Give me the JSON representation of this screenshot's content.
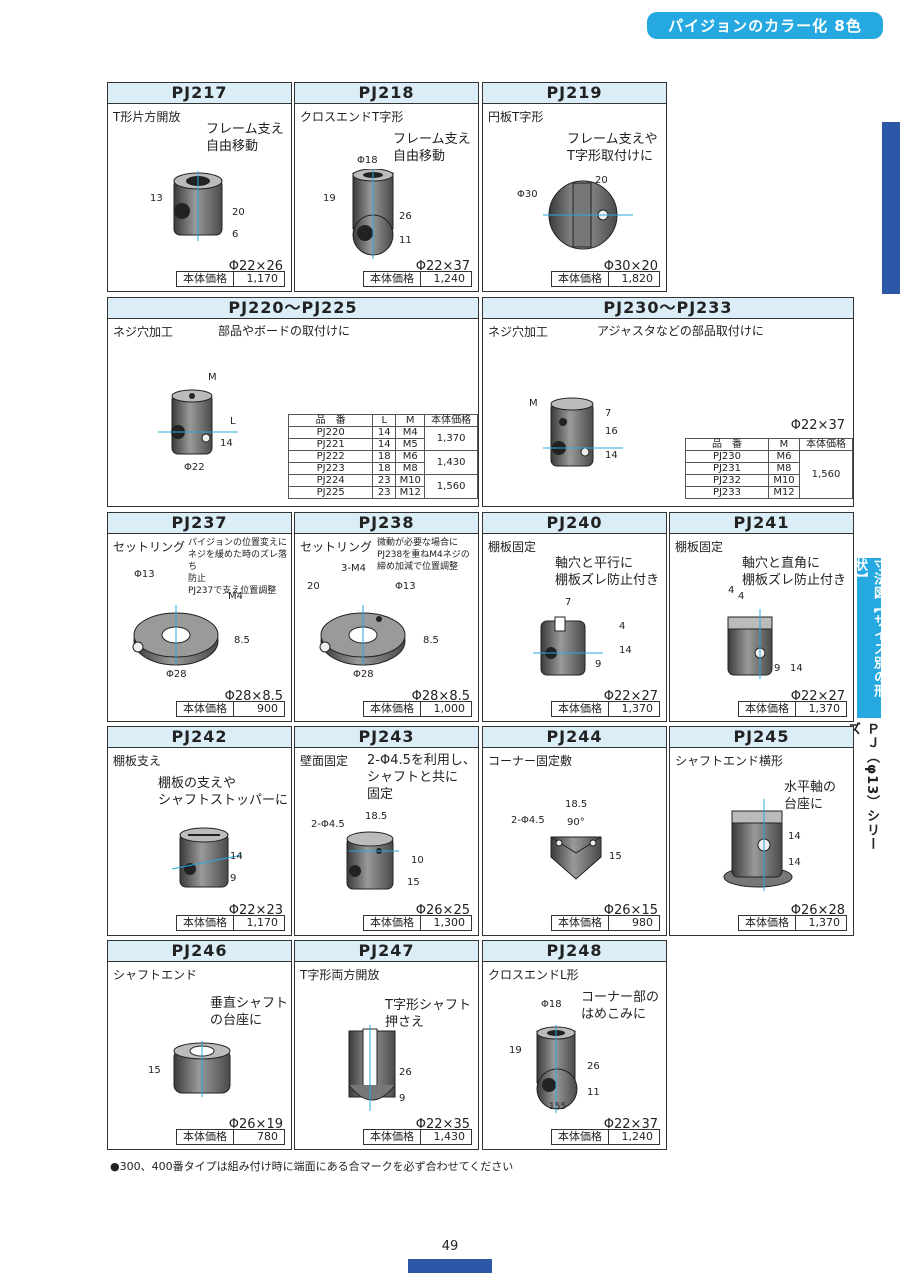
{
  "header": {
    "badge": "パイジョンのカラー化 8色"
  },
  "side": {
    "label": "寸法図【サイズ別の形状】",
    "series": "ＰＪ（φ13）シリーズ"
  },
  "price_label": "本体価格",
  "cards": {
    "pj217": {
      "title": "PJ217",
      "cat": "T形片方開放",
      "desc": "フレーム支え\n自由移動",
      "dims": "Φ22×26",
      "price": "1,170",
      "d1": "13",
      "d2": "20",
      "d3": "6"
    },
    "pj218": {
      "title": "PJ218",
      "cat": "クロスエンドT字形",
      "desc": "フレーム支え\n自由移動",
      "dims": "Φ22×37",
      "price": "1,240",
      "d1": "Φ18",
      "d2": "19",
      "d3": "26",
      "d4": "11"
    },
    "pj219": {
      "title": "PJ219",
      "cat": "円板T字形",
      "desc": "フレーム支えや\nT字形取付けに",
      "dims": "Φ30×20",
      "price": "1,820",
      "d1": "Φ30",
      "d2": "20"
    },
    "pj220": {
      "title": "PJ220〜PJ225",
      "cat": "ネジ穴加工",
      "desc": "部品やボードの取付けに",
      "d1": "M",
      "d2": "14",
      "d3": "L",
      "d4": "Φ22",
      "table": {
        "headers": [
          "品　番",
          "L",
          "M",
          "本体価格"
        ],
        "rows": [
          {
            "code": "PJ220",
            "l": "14",
            "m": "M4"
          },
          {
            "code": "PJ221",
            "l": "14",
            "m": "M5"
          },
          {
            "code": "PJ222",
            "l": "18",
            "m": "M6"
          },
          {
            "code": "PJ223",
            "l": "18",
            "m": "M8"
          },
          {
            "code": "PJ224",
            "l": "23",
            "m": "M10"
          },
          {
            "code": "PJ225",
            "l": "23",
            "m": "M12"
          }
        ],
        "prices": [
          "1,370",
          "1,430",
          "1,560"
        ]
      }
    },
    "pj230": {
      "title": "PJ230〜PJ233",
      "cat": "ネジ穴加工",
      "desc": "アジャスタなどの部品取付けに",
      "dims": "Φ22×37",
      "d1": "M",
      "d2": "7",
      "d3": "16",
      "d4": "14",
      "table": {
        "headers": [
          "品　番",
          "M",
          "本体価格"
        ],
        "rows": [
          {
            "code": "PJ230",
            "m": "M6"
          },
          {
            "code": "PJ231",
            "m": "M8"
          },
          {
            "code": "PJ232",
            "m": "M10"
          },
          {
            "code": "PJ233",
            "m": "M12"
          }
        ],
        "price": "1,560"
      }
    },
    "pj237": {
      "title": "PJ237",
      "cat": "セットリング",
      "note": "パイジョンの位置変えに\nネジを緩めた時のズレ落ち\n防止\nPJ237で支え位置調整",
      "dims": "Φ28×8.5",
      "price": "900",
      "d1": "Φ13",
      "d2": "M4",
      "d3": "8.5",
      "d4": "Φ28"
    },
    "pj238": {
      "title": "PJ238",
      "cat": "セットリング",
      "note": "微動が必要な場合に\nPJ238を重ねM4ネジの\n締め加減で位置調整",
      "dims": "Φ28×8.5",
      "price": "1,000",
      "d1": "3-M4",
      "d2": "20",
      "d3": "Φ13",
      "d4": "8.5",
      "d5": "Φ28"
    },
    "pj240": {
      "title": "PJ240",
      "cat": "棚板固定",
      "desc": "軸穴と平行に\n棚板ズレ防止付き",
      "dims": "Φ22×27",
      "price": "1,370",
      "d1": "7",
      "d2": "4",
      "d3": "14",
      "d4": "9"
    },
    "pj241": {
      "title": "PJ241",
      "cat": "棚板固定",
      "desc": "軸穴と直角に\n棚板ズレ防止付き",
      "dims": "Φ22×27",
      "price": "1,370",
      "d1": "4",
      "d2": "4",
      "d3": "14",
      "d4": "9"
    },
    "pj242": {
      "title": "PJ242",
      "cat": "棚板支え",
      "desc": "棚板の支えや\nシャフトストッパーに",
      "dims": "Φ22×23",
      "price": "1,170",
      "d1": "14",
      "d2": "9"
    },
    "pj243": {
      "title": "PJ243",
      "cat": "壁面固定",
      "desc": "2-Φ4.5を利用し、\nシャフトと共に\n固定",
      "dims": "Φ26×25",
      "price": "1,300",
      "d1": "2-Φ4.5",
      "d2": "18.5",
      "d3": "10",
      "d4": "15"
    },
    "pj244": {
      "title": "PJ244",
      "cat": "コーナー固定敷",
      "dims": "Φ26×15",
      "price": "980",
      "d1": "18.5",
      "d2": "2-Φ4.5",
      "d3": "90°",
      "d4": "15"
    },
    "pj245": {
      "title": "PJ245",
      "cat": "シャフトエンド横形",
      "desc": "水平軸の\n台座に",
      "dims": "Φ26×28",
      "price": "1,370",
      "d1": "14",
      "d2": "14"
    },
    "pj246": {
      "title": "PJ246",
      "cat": "シャフトエンド",
      "desc": "垂直シャフト\nの台座に",
      "dims": "Φ26×19",
      "price": "780",
      "d1": "15"
    },
    "pj247": {
      "title": "PJ247",
      "cat": "T字形両方開放",
      "desc": "T字形シャフト\n押さえ",
      "dims": "Φ22×35",
      "price": "1,430",
      "d1": "26",
      "d2": "9"
    },
    "pj248": {
      "title": "PJ248",
      "cat": "クロスエンドL形",
      "desc": "コーナー部の\nはめこみに",
      "dims": "Φ22×37",
      "price": "1,240",
      "d1": "Φ18",
      "d2": "19",
      "d3": "26",
      "d4": "11",
      "d5": "155"
    }
  },
  "footnote": "●300、400番タイプは組み付け時に端面にある合マークを必ず合わせてください",
  "page_number": "49",
  "colors": {
    "accent": "#26a9e0",
    "navy": "#2d58a8",
    "header_bg": "#dbeef8",
    "part": "#555555"
  }
}
